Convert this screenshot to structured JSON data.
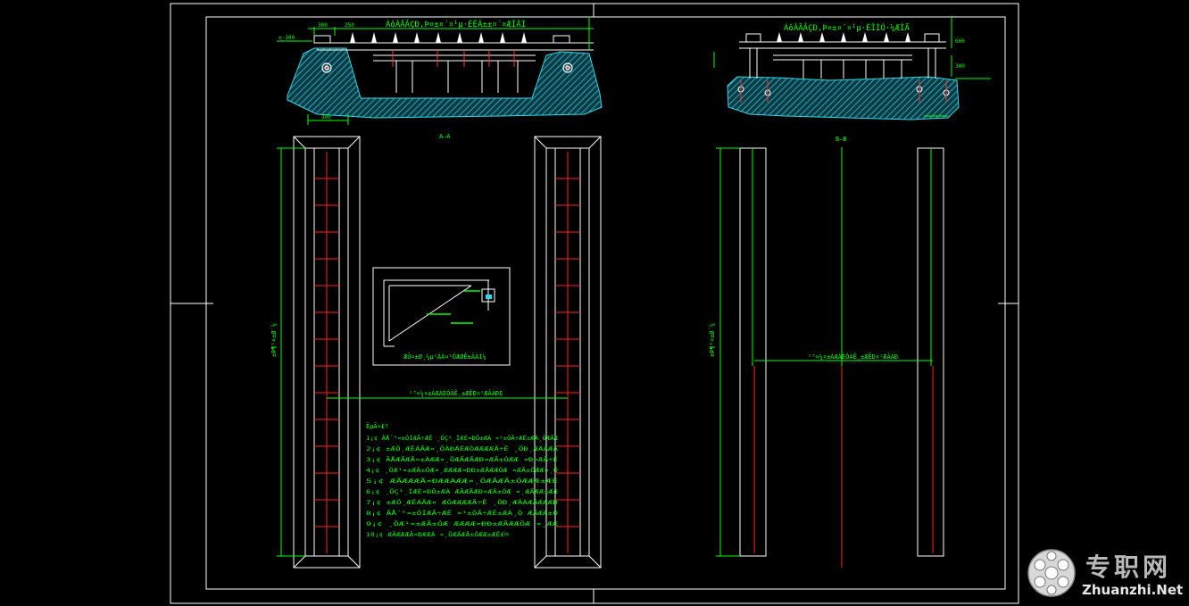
{
  "drawing": {
    "colors": {
      "background": "#000000",
      "border": "#ffffff",
      "dimension": "#00ff00",
      "centerline": "#ff0000",
      "hatch": "#00ffff"
    },
    "sections": {
      "left_label": "A–A",
      "right_label": "B–B"
    },
    "left_profile_title": "ÁôÂÄÃÇÐ,Þ¤±¤´¤¹µ·ÈÊÂ±±¤´¤ÆÎÄÍ",
    "right_profile_title": "ÁôÂÄÃÇÐ,Þ¤±¤´¤¹µ·ÉÎÌÓ·¼ÆÍÄ",
    "left_span_dim": "¹³¤¼¤±ÀÆÀÈÓÀÊ¸±ÆÊÐ¤¹ÆÂÀÐÈ",
    "right_span_dim": "¹³¤¼¤±ÀÆÀÈÓÀÊ¸±ÆÊÐ¤¹ÆÂÀÐ",
    "left_height_dim": "±Þ¶¹¤±Ø´¼",
    "right_height_dim": "±Þ¶¹¤±Ø´¼",
    "detail_caption": "ÆÛ¤±Ø¸¼µ¹ÄÀ¤¹ÖÆØÊ±ÃÀÌ¼",
    "small_dims": [
      "300",
      "250",
      "300",
      "600",
      "300",
      "±·300"
    ],
    "notes_heading": "ÊµÃ÷£º",
    "notes": [
      "1¡¢ ÃÅ´°¤±ÓÍÆÃ÷ÆÊ ¸ÖÇ¹¸ÌÆÈ¤ÐÔ±ÆÀ ¤¹±ÓÃ÷ÆÊ±ÆÀ¸ÒÆÃÆ",
      "2¡¢ ±ÆÖ¸ÆÊÁÃÆ¤¸ÖÀÐÄÊÆÒÆÆÆÆÃ÷Ê ¸ÖÐ¸ÆÄÀÆÃ",
      "3¡¢ ÃÅÆÃÆÃ¤±ÀÆÆ¤¸ÖÆÃÆÃÆÐ¤ÆÃ±ÓÆÆ ¤Ð¤ÆÃ÷Ê",
      "4¡¢ ¸ÖÆ¹¤±ÆÃ±ÓÆ¤¸ÆÆÆÆ¤ÐÐ±ÆÃÆÆÖÆ ¤ÆÃ±ÓÆÆ¤¸Ö",
      "5¡¢ ÆÃÆÆÆÃ¤ÐÆÆÀÆÆ¤¸ÖÆÃÆÃ±ÓÆÆÆ±ÆÊ",
      "6¡¢ ¸ÖÇ¹¸ÌÆÈ¤ÐÔ±ÆÀ ÆÃÆÃÆÐ¤ÆÃ±ÓÆ ¤¸ÆÃÆÆ±ÆÆ",
      "7¡¢ ±ÆÖ¸ÆÊÁÃÆ¤ ÆÒÆÆÆÆÃ÷Ê ¸ÖÐ¸ÆÄÀÆÃÆÆÆÐ",
      "8¡¢ ÃÅ´°¤±ÓÍÆÃ÷ÆÊ ¤¹±ÓÃ÷ÆÊ±ÆÀ¸Ò ÆÃÆÆ±Ó",
      "9¡¢ ¸ÖÆ¹¤±ÆÃ±ÓÆ ÆÆÆÆ¤ÐÐ±ÆÃÆÆÖÆ ¤¸ÆÆ",
      "10¡¢ ÆÃÆÆÆÃ¤ÐÆÆÀ ¤¸ÖÆÃÆÃ±ÓÆÆ±ÆÊ£®"
    ]
  },
  "watermark": {
    "chinese": "专职网",
    "english": "Zhuanzhi.Net"
  }
}
